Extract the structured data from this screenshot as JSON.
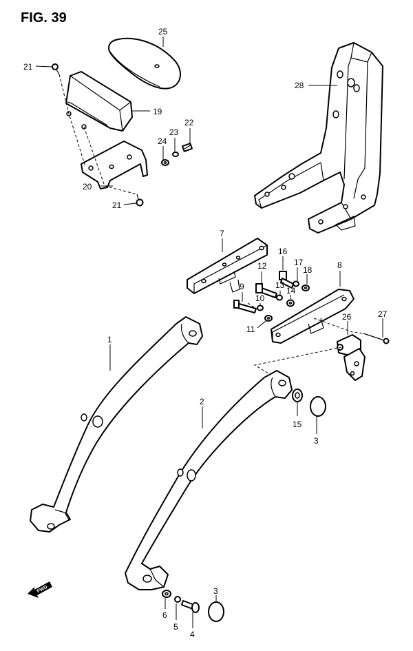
{
  "figure": {
    "title": "FIG. 39"
  },
  "callouts": {
    "p1": "1",
    "p2": "2",
    "p3a": "3",
    "p3b": "3",
    "p4": "4",
    "p5": "5",
    "p6": "6",
    "p7": "7",
    "p8": "8",
    "p9": "9",
    "p10": "10",
    "p11": "11",
    "p12": "12",
    "p13": "13",
    "p14": "14",
    "p15": "15",
    "p16": "16",
    "p17": "17",
    "p18": "18",
    "p19": "19",
    "p20": "20",
    "p21a": "21",
    "p21b": "21",
    "p22": "22",
    "p23": "23",
    "p24": "24",
    "p25": "25",
    "p26": "26",
    "p27": "27",
    "p28": "28"
  },
  "fwd_marker": {
    "label": "FWD"
  }
}
